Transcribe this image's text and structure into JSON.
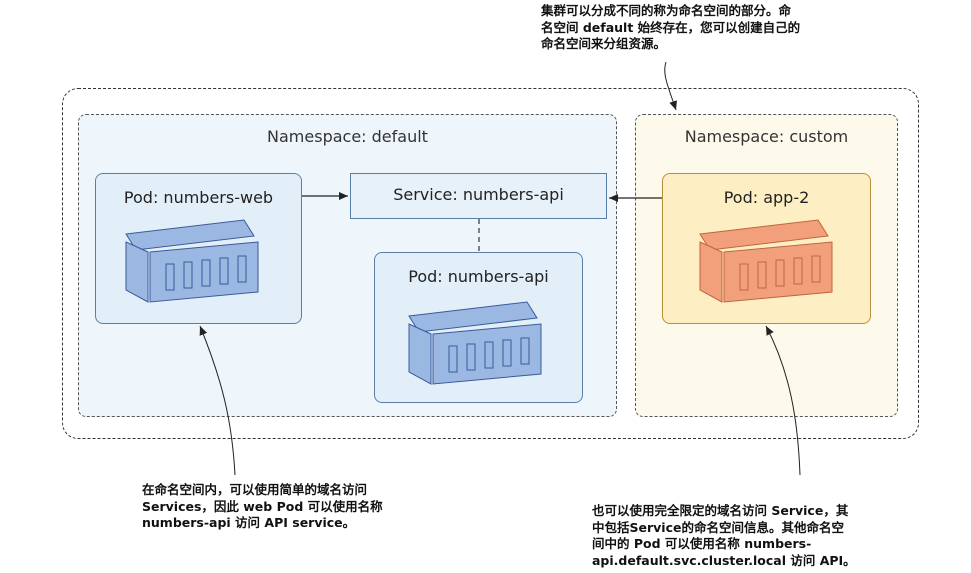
{
  "namespaces": {
    "default_label": "Namespace: default",
    "custom_label": "Namespace: custom"
  },
  "pods": {
    "numbers_web": "Pod: numbers-web",
    "numbers_api": "Pod: numbers-api",
    "app_2": "Pod: app-2"
  },
  "service": {
    "label": "Service: numbers-api"
  },
  "notes": {
    "top": [
      "集群可以分成不同的称为命名空间的部分。命",
      "名空间  default 始终存在，您可以创建自己的",
      "命名空间来分组资源。"
    ],
    "left": [
      "在命名空间内，可以使用简单的域名访问",
      "Services，因此 web Pod 可以使用名称",
      "numbers-api 访问 API service。"
    ],
    "right": [
      "也可以使用完全限定的域名访问 Service，其",
      "中包括Service的命名空间信息。其他命名空",
      "间中的 Pod 可以使用名称 numbers-",
      "api.default.svc.cluster.local 访问 API。"
    ]
  },
  "colors": {
    "container_blue": "#9bb8e3",
    "container_blue_stroke": "#3a5a9a",
    "container_orange": "#f2a07b",
    "container_orange_stroke": "#c0643b"
  }
}
